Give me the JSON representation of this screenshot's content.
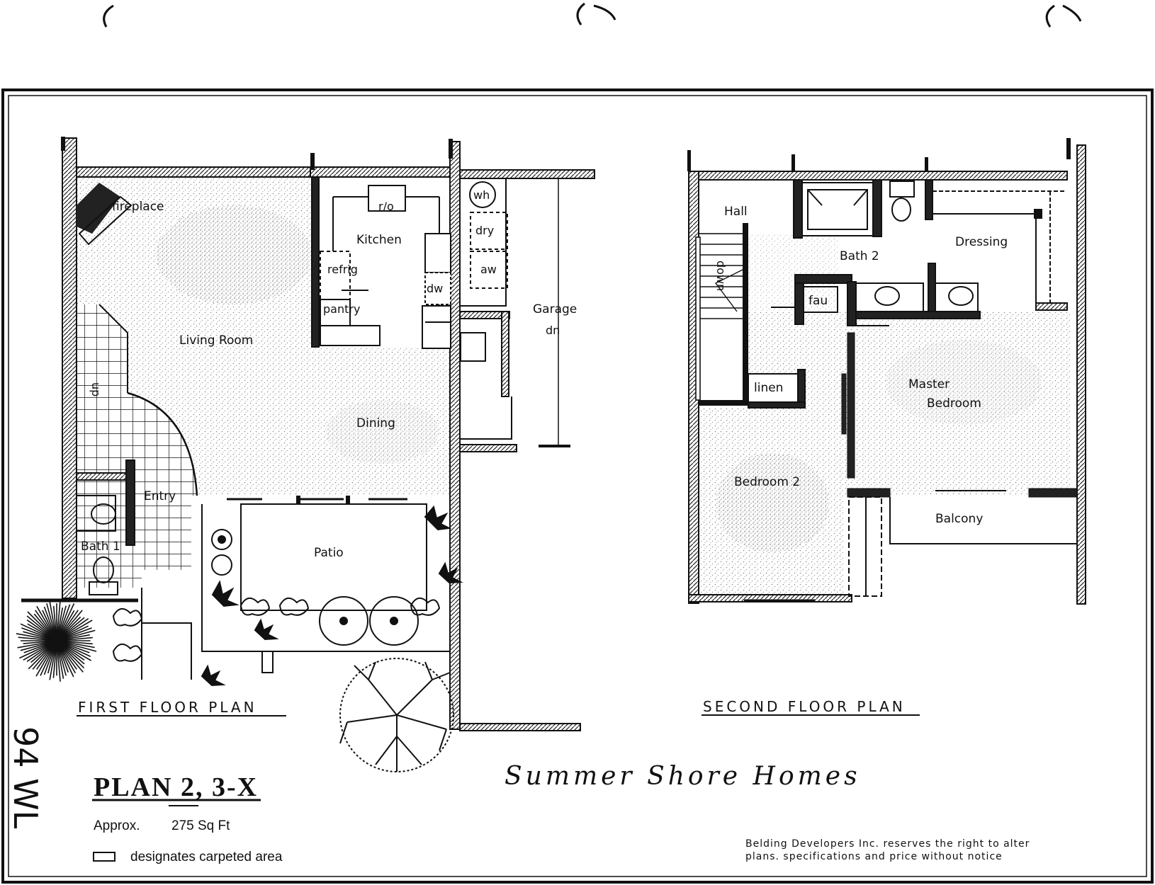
{
  "brand": "Summer Shore Homes",
  "plan": {
    "name": "PLAN 2, 3-X",
    "area_label": "Approx.",
    "area_value": "275 Sq Ft",
    "carpet_legend": "designates carpeted area"
  },
  "disclaimer": {
    "line1": "Belding Developers Inc. reserves the right to alter",
    "line2": "plans. specifications and price without notice"
  },
  "stamp": "94 WL",
  "first_floor": {
    "title": "FIRST FLOOR PLAN",
    "labels": {
      "fireplace": "fireplace",
      "living_room": "Living Room",
      "kitchen": "Kitchen",
      "ro": "r/o",
      "refrig": "refrig",
      "pantry": "pantry",
      "dw": "dw",
      "wh": "wh",
      "dry": "dry",
      "aw": "aw",
      "garage": "Garage",
      "garage_dn": "dn",
      "dining": "Dining",
      "entry": "Entry",
      "bath1": "Bath 1",
      "patio": "Patio",
      "up": "up"
    }
  },
  "second_floor": {
    "title": "SECOND FLOOR PLAN",
    "labels": {
      "hall": "Hall",
      "bath2": "Bath 2",
      "dressing": "Dressing",
      "fau": "fau",
      "down": "down",
      "linen": "linen",
      "master_bedroom_1": "Master",
      "master_bedroom_2": "Bedroom",
      "bedroom2": "Bedroom 2",
      "balcony": "Balcony"
    }
  },
  "colors": {
    "ink": "#111111",
    "paper": "#ffffff",
    "shade": "#bdbdbd"
  }
}
